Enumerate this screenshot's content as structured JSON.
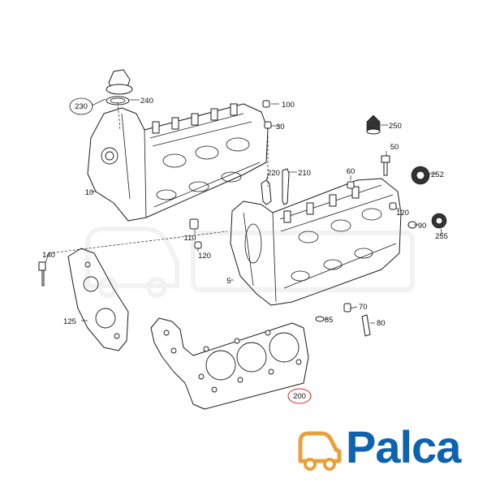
{
  "labels": {
    "p10": "10",
    "p30": "30",
    "p5": "5",
    "p50": "50",
    "p60": "60",
    "p70": "70",
    "p80": "80",
    "p85": "85",
    "p90": "90",
    "p100": "100",
    "p110": "110",
    "p120a": "120",
    "p120b": "120",
    "p125": "125",
    "p140": "140",
    "p200": "200",
    "p210": "210",
    "p220": "220",
    "p230": "230",
    "p240": "240",
    "p250": "250",
    "p252": "252",
    "p255": "255"
  },
  "brand": {
    "name": "Palca",
    "color": "#0d63b0",
    "icon": "van-icon"
  },
  "highlight_color": "#e02020"
}
